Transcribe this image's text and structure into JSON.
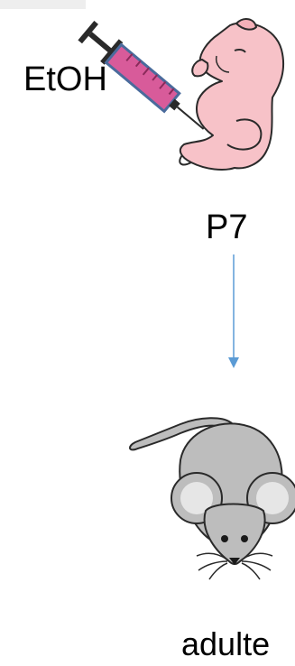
{
  "labels": {
    "injection": "EtOH",
    "time_point": "P7",
    "outcome": "adulte"
  },
  "colors": {
    "syringe_barrel": "#d85b9a",
    "syringe_outline": "#4a6b9c",
    "pup_skin": "#f7c2c8",
    "pup_outline": "#2a2a2a",
    "arrow": "#5b9bd5",
    "mouse_body": "#bdbdbd",
    "mouse_ear_inner": "#e6e6e6"
  },
  "icons": {
    "syringe": "syringe-icon",
    "pup": "newborn-pup-icon",
    "arrow": "down-arrow-icon",
    "mouse": "adult-mouse-icon"
  }
}
